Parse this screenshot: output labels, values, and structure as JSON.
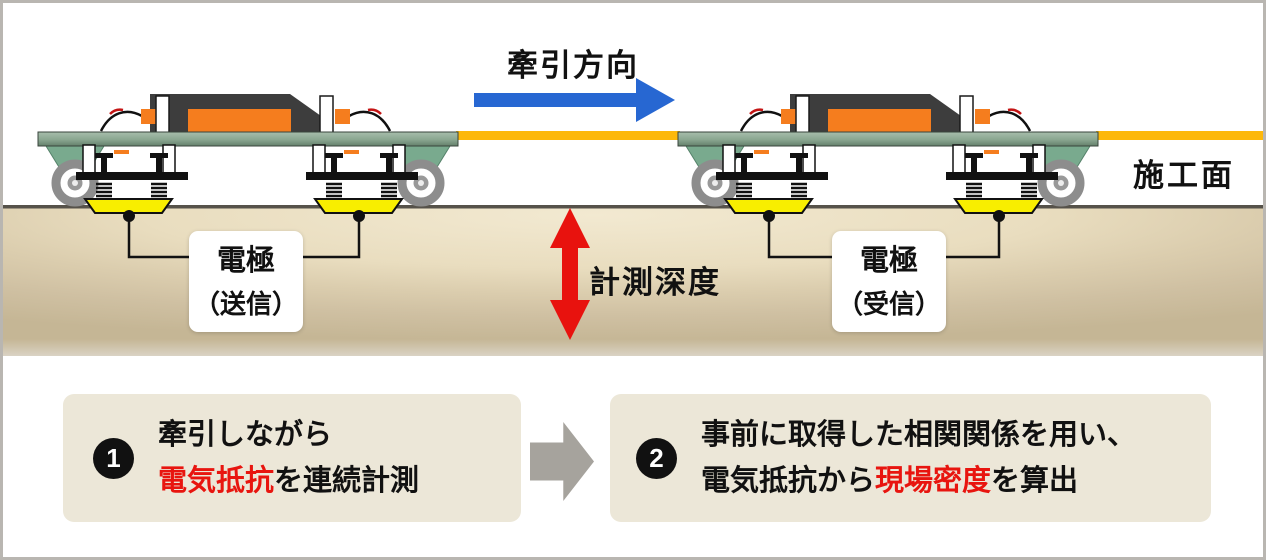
{
  "diagram": {
    "tow_direction": "牽引方向",
    "surface": "施工面",
    "depth": "計測深度",
    "electrode_left": {
      "line1": "電極",
      "line2": "（送信）"
    },
    "electrode_right": {
      "line1": "電極",
      "line2": "（受信）"
    }
  },
  "steps": [
    {
      "number": "1",
      "line1": "牽引しながら",
      "before": "",
      "highlight": "電気抵抗",
      "after": "を連続計測"
    },
    {
      "number": "2",
      "line1": "事前に取得した相関関係を用い、",
      "before": "電気抵抗から",
      "highlight": "現場密度",
      "after": "を算出"
    }
  ],
  "colors": {
    "tow_arrow_blue": "#2767d2",
    "depth_arrow_red": "#e8120e",
    "highlight_red": "#e8150f",
    "step_box_beige": "#ece7d8",
    "step_arrow_gray": "#a6a39d",
    "cable_yellow": "#fdb80a",
    "electrode_pad_yellow": "#f8ee00",
    "cart_plate_green": "#8aa690",
    "soil_tan": "#d5c8ab"
  }
}
